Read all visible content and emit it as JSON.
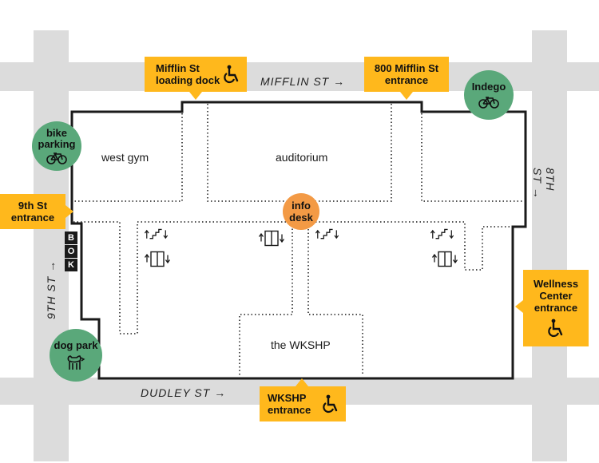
{
  "streets": {
    "mifflin": {
      "label": "MIFFLIN ST",
      "arrow": "→"
    },
    "eighth": {
      "label": "8TH ST",
      "arrow": "→"
    },
    "ninth": {
      "label": "9TH ST",
      "arrow": "→"
    },
    "dudley": {
      "label": "DUDLEY ST",
      "arrow": "→"
    }
  },
  "rooms": {
    "west_gym": "west gym",
    "auditorium": "auditorium",
    "wkshp": "the WKSHP"
  },
  "entrances": {
    "loading_dock": {
      "line1": "Mifflin St",
      "line2": "loading dock",
      "accessible": true
    },
    "mifflin_800": {
      "line1": "800 Mifflin St",
      "line2": "entrance",
      "accessible": false
    },
    "ninth_st": {
      "line1": "9th St",
      "line2": "entrance",
      "accessible": false
    },
    "wellness": {
      "line1": "Wellness",
      "line2": "Center",
      "line3": "entrance",
      "accessible": true
    },
    "wkshp": {
      "line1": "WKSHP",
      "line2": "entrance",
      "accessible": true
    }
  },
  "amenities": {
    "bike_parking": {
      "line1": "bike",
      "line2": "parking",
      "icon": "bicycle-icon"
    },
    "indego": {
      "label": "Indego",
      "icon": "bicycle-icon"
    },
    "dog_park": {
      "label": "dog park",
      "icon": "dog-icon"
    },
    "info_desk": {
      "line1": "info",
      "line2": "desk"
    }
  },
  "bok_sign": [
    "B",
    "O",
    "K"
  ],
  "icons": [
    "wheelchair-icon",
    "stairs-icon",
    "elevator-icon",
    "bicycle-icon",
    "dog-icon"
  ],
  "colors": {
    "street": "#DCDCDC",
    "callout": "#FFB81C",
    "amenity_circle": "#5AA87A",
    "info_desk": "#F39A45",
    "wall": "#1A1A1A"
  }
}
